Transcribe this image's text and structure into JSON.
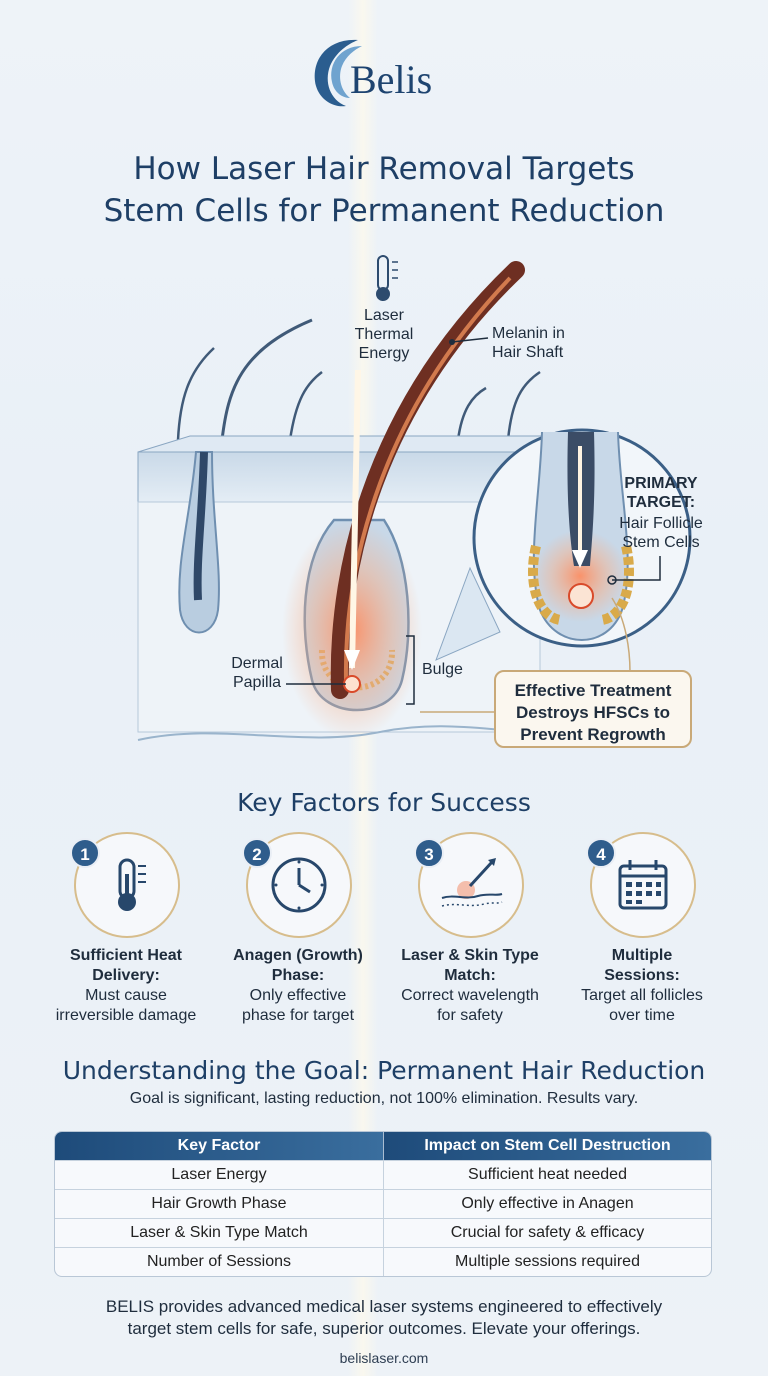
{
  "brand": {
    "name": "Belis"
  },
  "title": {
    "line1": "How Laser Hair Removal Targets",
    "line2": "Stem Cells for Permanent Reduction"
  },
  "diagram": {
    "laser_label": [
      "Laser",
      "Thermal",
      "Energy"
    ],
    "melanin_label": [
      "Melanin in",
      "Hair Shaft"
    ],
    "primary_target_label": [
      "PRIMARY",
      "TARGET:"
    ],
    "stem_cells_label": [
      "Hair Follicle",
      "Stem Cells"
    ],
    "dermal_papilla_label": [
      "Dermal",
      "Papilla"
    ],
    "bulge_label": "Bulge",
    "callout": [
      "Effective Treatment",
      "Destroys HFSCs to",
      "Prevent Regrowth"
    ]
  },
  "factors_section": {
    "title": "Key Factors for Success",
    "items": [
      {
        "number": "1",
        "icon": "thermometer-icon",
        "title": [
          "Sufficient Heat",
          "Delivery:"
        ],
        "desc": [
          "Must cause",
          "irreversible damage"
        ]
      },
      {
        "number": "2",
        "icon": "clock-icon",
        "title": [
          "Anagen (Growth)",
          "Phase:"
        ],
        "desc": [
          "Only effective",
          "phase for target"
        ]
      },
      {
        "number": "3",
        "icon": "laser-skin-icon",
        "title": [
          "Laser & Skin Type",
          "Match:"
        ],
        "desc": [
          "Correct wavelength",
          "for safety"
        ]
      },
      {
        "number": "4",
        "icon": "calendar-icon",
        "title": [
          "Multiple",
          "Sessions:"
        ],
        "desc": [
          "Target all follicles",
          "over time"
        ]
      }
    ]
  },
  "goal_section": {
    "title": "Understanding the Goal: Permanent Hair Reduction",
    "subtitle": "Goal is significant, lasting reduction, not 100% elimination. Results vary."
  },
  "table": {
    "headers": [
      "Key Factor",
      "Impact on Stem Cell Destruction"
    ],
    "rows": [
      [
        "Laser Energy",
        "Sufficient heat needed"
      ],
      [
        "Hair Growth Phase",
        "Only effective in Anagen"
      ],
      [
        "Laser & Skin Type Match",
        "Crucial for safety & efficacy"
      ],
      [
        "Number of Sessions",
        "Multiple sessions required"
      ]
    ]
  },
  "footer": {
    "line1": "BELIS provides advanced medical laser systems engineered to effectively",
    "line2": "target stem cells for safe, superior outcomes. Elevate your offerings.",
    "url": "belislaser.com"
  },
  "colors": {
    "navy": "#1e3f66",
    "gold": "#c9a978",
    "heat": "#e8563a"
  }
}
